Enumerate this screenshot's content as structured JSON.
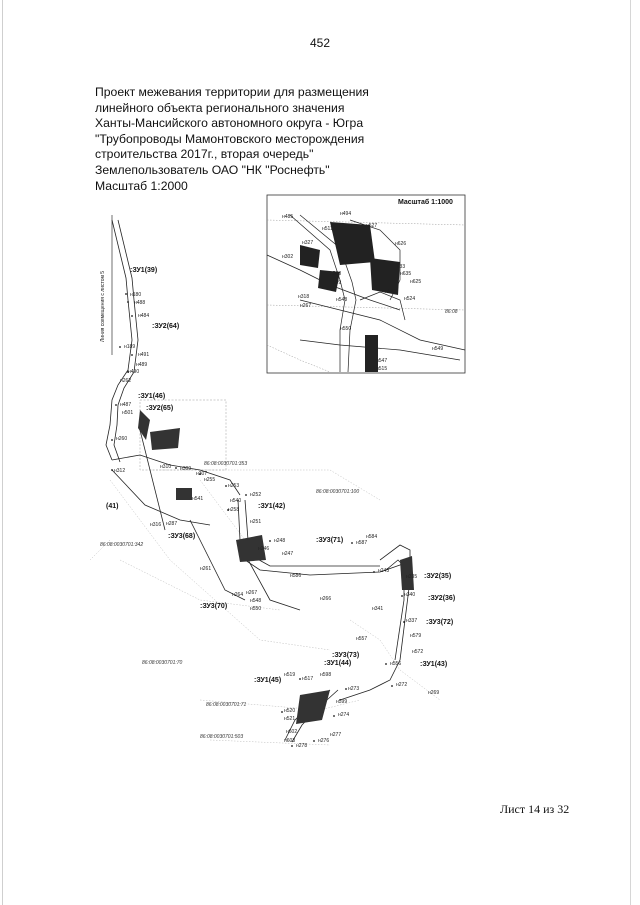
{
  "page_number": "452",
  "title_lines": [
    "Проект межевания территории для размещения",
    "линейного объекта регионального значения",
    "Ханты-Мансийского автономного округа - Югра",
    "\"Трубопроводы Мамонтовского месторождения",
    "строительства 2017г., вторая очередь\"",
    "Землепользователь ОАО \"НК \"Роснефть\"",
    "Масштаб 1:2000"
  ],
  "inset_scale": "Масштаб 1:1000",
  "side_label": "Линия совмещения с листом 5",
  "zones": [
    ":ЗУ1(39)",
    ":ЗУ2(64)",
    ":ЗУ1(46)",
    ":ЗУ2(65)",
    ":ЗУ1(42)",
    ":ЗУ3(68)",
    ":ЗУ3(71)",
    ":ЗУ2(35)",
    ":ЗУ2(36)",
    ":ЗУ3(70)",
    ":ЗУ3(72)",
    ":ЗУ3(73)",
    ":ЗУ1(44)",
    ":ЗУ1(43)",
    ":ЗУ1(45)",
    "(41)"
  ],
  "cadastral_labels": [
    "86:08:0030701:353",
    "86:08:0030701:100",
    "86:08:0030701:342",
    "86:08:0030701:70",
    "86:08:0030701:71",
    "86:08:0030701:503",
    "86:08"
  ],
  "points": [
    "н180",
    "н488",
    "н484",
    "н189",
    "н491",
    "н489",
    "н490",
    "н262",
    "н487",
    "н501",
    "н260",
    "н312",
    "н310",
    "н309",
    "н307",
    "н255",
    "н253",
    "н252",
    "н541",
    "н540",
    "н258",
    "н251",
    "н316",
    "н287",
    "н248",
    "н247",
    "н246",
    "н584",
    "н587",
    "н586",
    "н243",
    "н335",
    "н337",
    "н340",
    "н341",
    "н579",
    "н572",
    "н556",
    "н272",
    "н269",
    "н557",
    "н274",
    "н276",
    "н277",
    "н278",
    "н603",
    "н602",
    "н520",
    "н521",
    "н519",
    "н517",
    "н598",
    "н556",
    "н273",
    "н599",
    "н264",
    "н261",
    "н267",
    "н548",
    "н550",
    "н266",
    "н327",
    "н511",
    "н527",
    "н626",
    "н633",
    "н635",
    "н625",
    "н529",
    "н524",
    "н318",
    "н515",
    "н549",
    "н547",
    "н485",
    "н494",
    "н302",
    "н508",
    "н509"
  ],
  "sheet_footer": "Лист 14 из 32"
}
